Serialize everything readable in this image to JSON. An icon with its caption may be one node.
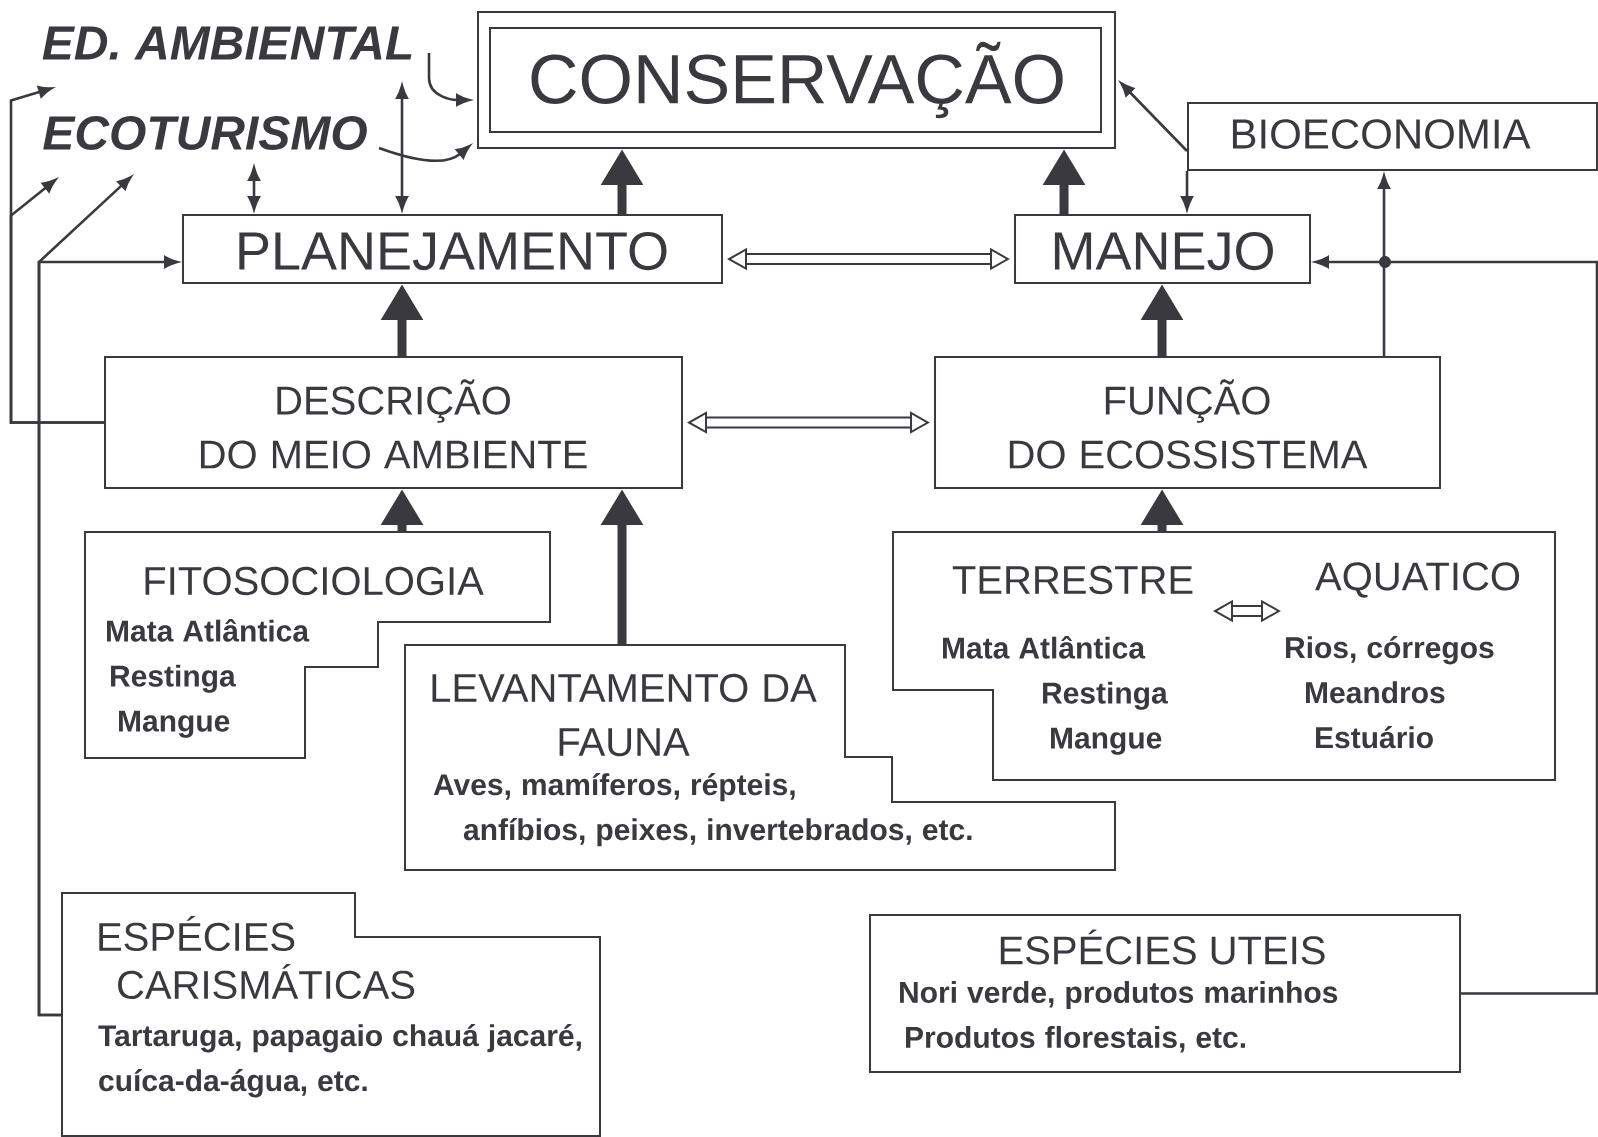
{
  "diagram": {
    "nodes": [
      {
        "text": [
          "ED. AMBIENTAL"
        ]
      },
      {
        "text": [
          "ECOTURISMO"
        ]
      },
      {
        "text": [
          "CONSERVAÇÃO"
        ]
      },
      {
        "text": [
          "BIOECONOMIA"
        ]
      },
      {
        "text": [
          "PLANEJAMENTO"
        ]
      },
      {
        "text": [
          "MANEJO"
        ]
      },
      {
        "text": [
          "DESCRIÇÃO DO MEIO AMBIENTE"
        ]
      },
      {
        "text": [
          "FUNÇÃO DO ECOSSISTEMA"
        ]
      },
      {
        "text": [
          "FITOSOCIOLOGIA",
          "Mata Atlântica Restinga Mangue"
        ]
      },
      {
        "text": [
          "LEVANTAMENTO DA FAUNA",
          "Aves, mamíferos, répteis, anfíbios, peixes, invertebrados, etc."
        ]
      },
      {
        "text": [],
        "shape": "box"
      },
      {
        "text": [
          "TERRESTRE",
          "Mata Atlântica Restinga Mangue"
        ],
        "in": 10
      },
      {
        "text": [
          "AQUATICO",
          "Rios, córregos Meandros Estuário"
        ],
        "in": 10
      },
      {
        "text": [
          "ESPÉCIES CARISMÁTICAS",
          "Tartaruga, papagaio chauá jacaré, cuíca-da-água, etc."
        ]
      },
      {
        "text": [
          "ESPÉCIES UTEIS",
          "Nori verde, produtos marinhos Produtos florestais, etc."
        ]
      }
    ],
    "edges": [
      {
        "from": 0,
        "to": 2,
        "arrow": "to"
      },
      {
        "from": 1,
        "to": 2,
        "arrow": "to"
      },
      {
        "from": 4,
        "to": 1,
        "arrow": "both"
      },
      {
        "from": 4,
        "to": 0,
        "arrow": "both"
      },
      {
        "from": 4,
        "to": 2,
        "arrow": "to",
        "style": "thick"
      },
      {
        "from": 5,
        "to": 2,
        "arrow": "to",
        "style": "thick"
      },
      {
        "from": 3,
        "to": 2,
        "arrow": "to"
      },
      {
        "from": 3,
        "to": 5,
        "arrow": "to"
      },
      {
        "from": 4,
        "to": 5,
        "arrow": "both",
        "style": "thick"
      },
      {
        "from": 6,
        "to": 4,
        "arrow": "to",
        "style": "thick"
      },
      {
        "from": 7,
        "to": 5,
        "arrow": "to",
        "style": "thick"
      },
      {
        "from": 6,
        "to": 7,
        "arrow": "both",
        "style": "thick"
      },
      {
        "from": 8,
        "to": 6,
        "arrow": "to",
        "style": "thick"
      },
      {
        "from": 9,
        "to": 6,
        "arrow": "to",
        "style": "thick"
      },
      {
        "from": 10,
        "to": 7,
        "arrow": "to",
        "style": "thick"
      },
      {
        "from": 11,
        "to": 12,
        "arrow": "both",
        "style": "thick"
      },
      {
        "from": 7,
        "to": 3,
        "arrow": "to"
      },
      {
        "from": 14,
        "to": 5,
        "arrow": "to"
      },
      {
        "from": 6,
        "to": 0,
        "arrow": "to"
      },
      {
        "from": 6,
        "to": 1,
        "arrow": "to"
      },
      {
        "from": 13,
        "to": 1,
        "arrow": "to"
      },
      {
        "from": 13,
        "to": 4,
        "arrow": "to"
      }
    ]
  }
}
